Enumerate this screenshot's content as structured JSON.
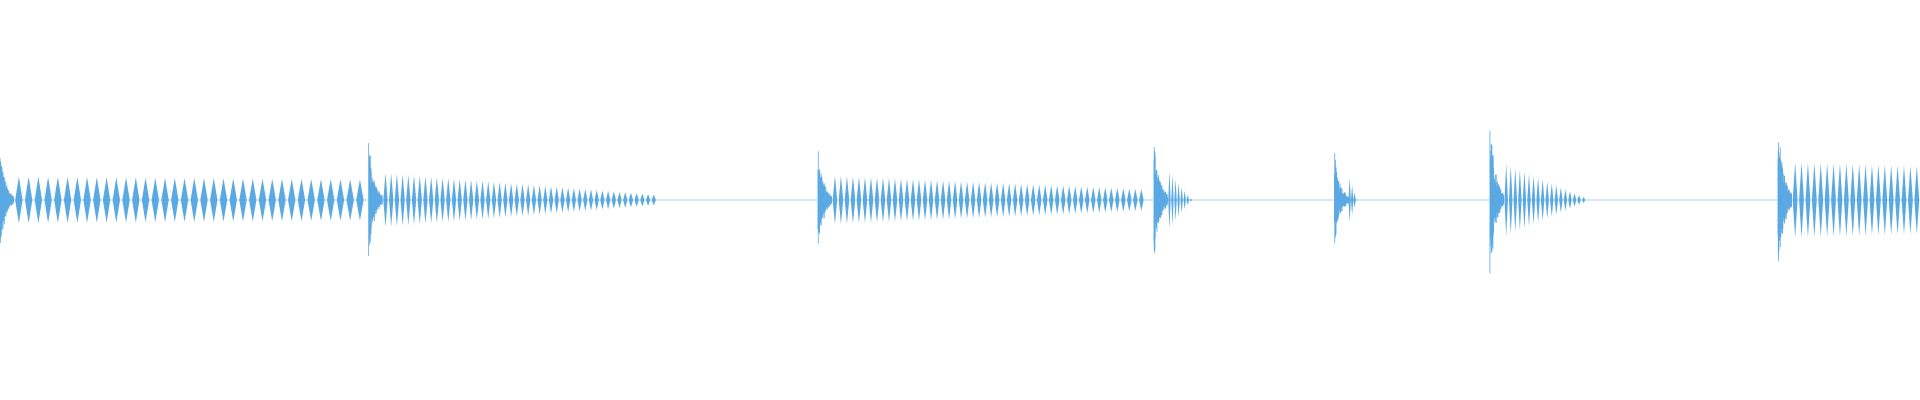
{
  "waveform": {
    "color": "#5BA9E2",
    "background": "#FFFFFF",
    "bursts": [
      {
        "onset": 0.0,
        "peak": 0.26,
        "pulses": 36,
        "span": 0.19,
        "decay": 0.12,
        "minAmp": 0.075
      },
      {
        "onset": 0.192,
        "peak": 0.3,
        "pulses": 48,
        "span": 0.15,
        "decay": 0.8,
        "minAmp": 0.006
      },
      {
        "onset": 0.426,
        "peak": 0.27,
        "pulses": 52,
        "span": 0.17,
        "decay": 0.55,
        "minAmp": 0.018
      },
      {
        "onset": 0.601,
        "peak": 0.32,
        "pulses": 8,
        "span": 0.02,
        "decay": 0.95,
        "minAmp": 0.004
      },
      {
        "onset": 0.695,
        "peak": 0.25,
        "pulses": 4,
        "span": 0.01,
        "decay": 0.98,
        "minAmp": 0.003
      },
      {
        "onset": 0.776,
        "peak": 0.4,
        "pulses": 18,
        "span": 0.05,
        "decay": 0.92,
        "minAmp": 0.004
      },
      {
        "onset": 0.926,
        "peak": 0.42,
        "pulses": 20,
        "span": 0.074,
        "decay": 0.1,
        "minAmp": 0.06
      }
    ]
  }
}
